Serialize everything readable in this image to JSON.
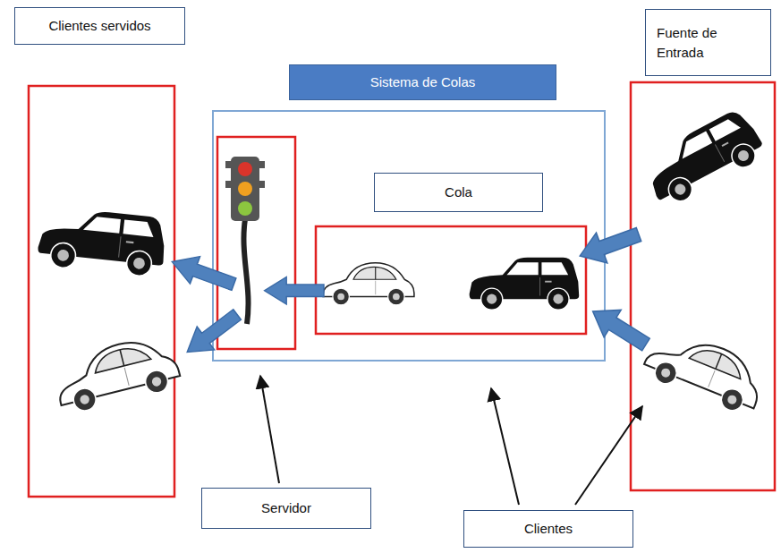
{
  "diagram": {
    "nodes": [
      {
        "text": [
          "Clientes servidos"
        ]
      },
      {
        "text": [
          "Fuente de Entrada"
        ]
      },
      {
        "text": [
          "Sistema de Colas"
        ]
      },
      {
        "text": [
          "Cola"
        ]
      },
      {
        "text": [
          "Servidor"
        ]
      },
      {
        "text": [
          "Clientes"
        ]
      }
    ]
  }
}
